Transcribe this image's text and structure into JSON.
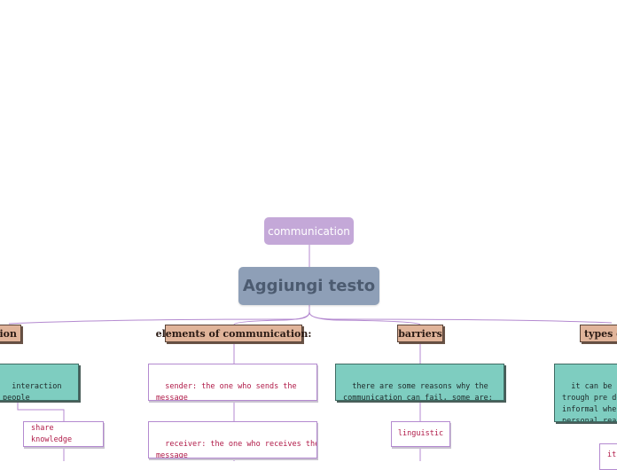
{
  "nodes": {
    "communication": "communication",
    "central": "Aggiungi testo",
    "topic_left": "ation",
    "topic_elements": "elements of communication:",
    "topic_barriers": "barriers",
    "topic_types": "types o",
    "left_teal": "interaction\npeople",
    "share": "share knowledge",
    "sender": "sender: the one who sends the\nmessage",
    "receiver": "receiver: the one who receives the\nmessage",
    "barriers_text": "there are some reasons why the\ncommunication can fail, some are:",
    "linguistic": "linguistic",
    "types_text": "it can be for\ntrough pre de\ninformal wher\npersonal reas",
    "types_leaf": "it"
  },
  "colors": {
    "line": "#b48ad0",
    "pill": "#c4a8d8",
    "central": "#8e9fb7",
    "topic": "#e0b49a",
    "teal": "#7ecdc0",
    "leaf_text": "#b01a48"
  }
}
